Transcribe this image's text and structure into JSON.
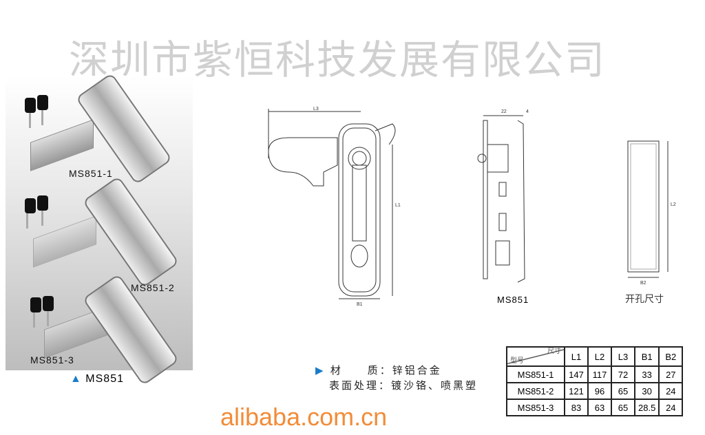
{
  "products": [
    {
      "label": "MS851-1"
    },
    {
      "label": "MS851-2"
    },
    {
      "label": "MS851-3"
    }
  ],
  "series_label": "MS851",
  "drawing": {
    "dim_L3": "L3",
    "dim_L1": "L1",
    "dim_B1": "B1",
    "side_dim_22": "22",
    "side_dim_4": "4",
    "side_label": "MS851",
    "cutout_L2": "L2",
    "cutout_B2": "B2",
    "cutout_label": "开孔尺寸"
  },
  "watermark_company": "深圳市紫恒科技发展有限公司",
  "watermark_site": "alibaba.com.cn",
  "specs": {
    "material_label": "材　　质：",
    "material_value": "锌铝合金",
    "surface_label": "表面处理：",
    "surface_value": "镀沙铬、喷黑塑"
  },
  "table": {
    "corner_top": "尺寸",
    "corner_bottom": "型号",
    "headers": [
      "L1",
      "L2",
      "L3",
      "B1",
      "B2"
    ],
    "rows": [
      {
        "model": "MS851-1",
        "values": [
          "147",
          "117",
          "72",
          "33",
          "27"
        ]
      },
      {
        "model": "MS851-2",
        "values": [
          "121",
          "96",
          "65",
          "30",
          "24"
        ]
      },
      {
        "model": "MS851-3",
        "values": [
          "83",
          "63",
          "65",
          "28.5",
          "24"
        ]
      }
    ]
  },
  "colors": {
    "accent": "#1a7cc8",
    "watermark_orange": "#f07814"
  }
}
